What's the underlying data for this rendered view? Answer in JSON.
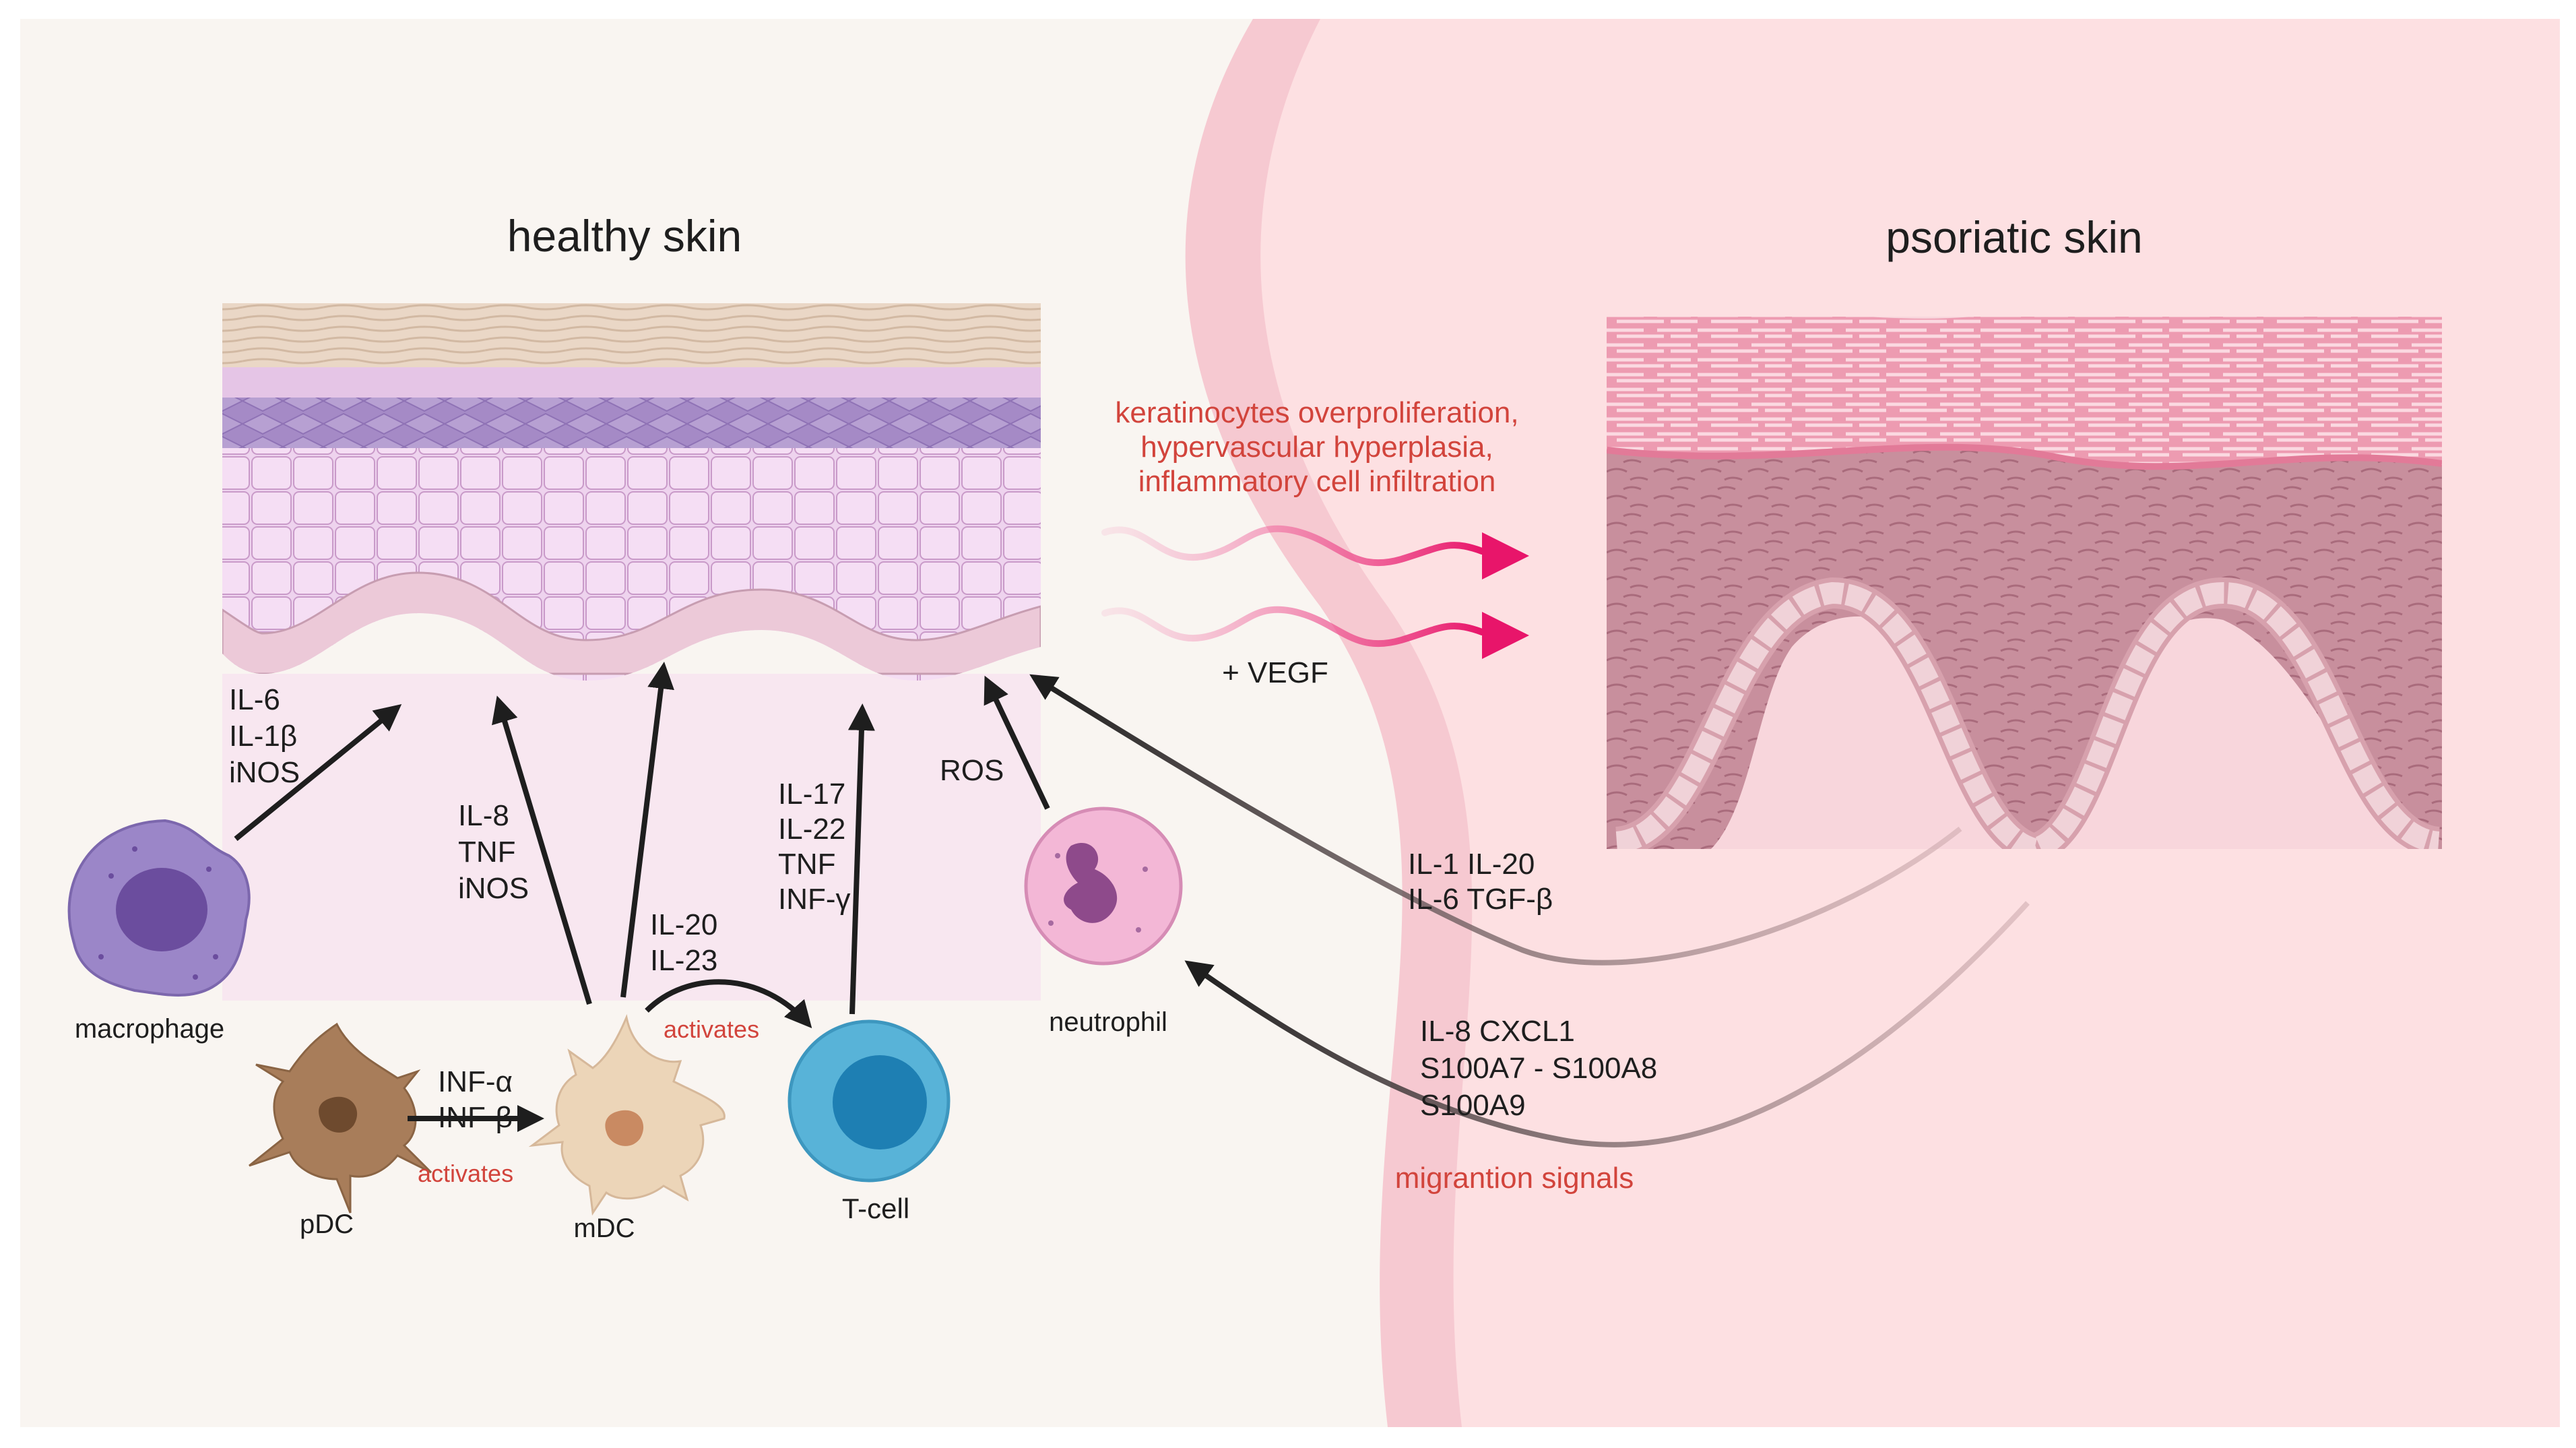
{
  "titles": {
    "healthy": "healthy skin",
    "psoriatic": "psoriatic skin"
  },
  "effects": {
    "lines": [
      "keratinocytes overproliferation,",
      "hypervascular hyperplasia,",
      "inflammatory cell infiltration"
    ],
    "vegf": "+ VEGF"
  },
  "cells": {
    "macrophage": "macrophage",
    "pdc": "pDC",
    "mdc": "mDC",
    "tcell": "T-cell",
    "neutrophil": "neutrophil"
  },
  "cytokines": {
    "macrophage": [
      "IL-6",
      "IL-1β",
      "iNOS"
    ],
    "mdc_up": [
      "IL-8",
      "TNF",
      "iNOS"
    ],
    "mdc_tcell": [
      "IL-20",
      "IL-23"
    ],
    "tcell": [
      "IL-17",
      "IL-22",
      "TNF",
      "INF-γ"
    ],
    "neutrophil": "ROS",
    "pdc_mdc": [
      "INF-α",
      "INF-β"
    ],
    "psoriatic_feedback": [
      "IL-1 IL-20",
      "IL-6 TGF-β"
    ],
    "migration": [
      "IL-8 CXCL1",
      "S100A7 - S100A8",
      "S100A9"
    ]
  },
  "activates": {
    "pdc_mdc": "activates",
    "mdc_tcell": "activates"
  },
  "migration_label": "migrantion signals",
  "colors": {
    "accent_red": "#d2443c",
    "arrow_pink": "#e8156a",
    "healthy_bg": "#f9f5f1",
    "psoriatic_bg": "#fde0e2",
    "macrophage": "#9b86c8",
    "tcell": "#58b3d8",
    "neutrophil": "#f3b7d6",
    "pdc": "#a87d5a",
    "mdc": "#ecd5b8"
  }
}
